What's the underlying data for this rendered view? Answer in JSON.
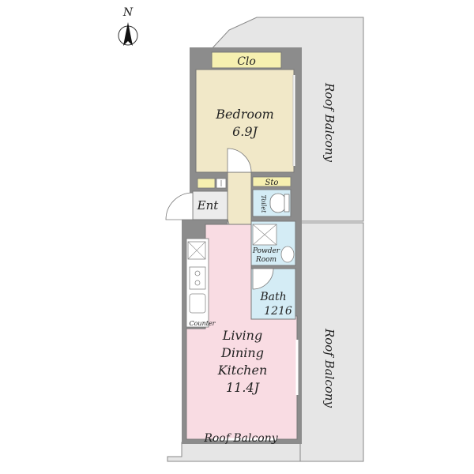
{
  "compass": {
    "label": "N"
  },
  "rooms": {
    "closet": {
      "label": "Clo"
    },
    "bedroom": {
      "name": "Bedroom",
      "size": "6.9J"
    },
    "storage": {
      "label": "Sto"
    },
    "toilet": {
      "label": "Toilet"
    },
    "entrance": {
      "label": "Ent"
    },
    "powder_room": {
      "line1": "Powder",
      "line2": "Room"
    },
    "bath": {
      "name": "Bath",
      "size": "1216"
    },
    "counter": {
      "label": "Counter"
    },
    "ldk": {
      "line1": "Living",
      "line2": "Dining",
      "line3": "Kitchen",
      "size": "11.4J"
    }
  },
  "balconies": {
    "upper_right": {
      "label": "Roof Balcony"
    },
    "lower_right": {
      "label": "Roof Balcony"
    },
    "bottom": {
      "label": "Roof Balcony"
    }
  },
  "colors": {
    "wall": "#8c8c8c",
    "balcony": "#e6e6e6",
    "bedroom": "#f1e8c8",
    "closet": "#f6f0b0",
    "ldk": "#f9dce3",
    "wet": "#d4ecf5",
    "entrance": "#ececec",
    "hall": "#f1e8c8"
  }
}
